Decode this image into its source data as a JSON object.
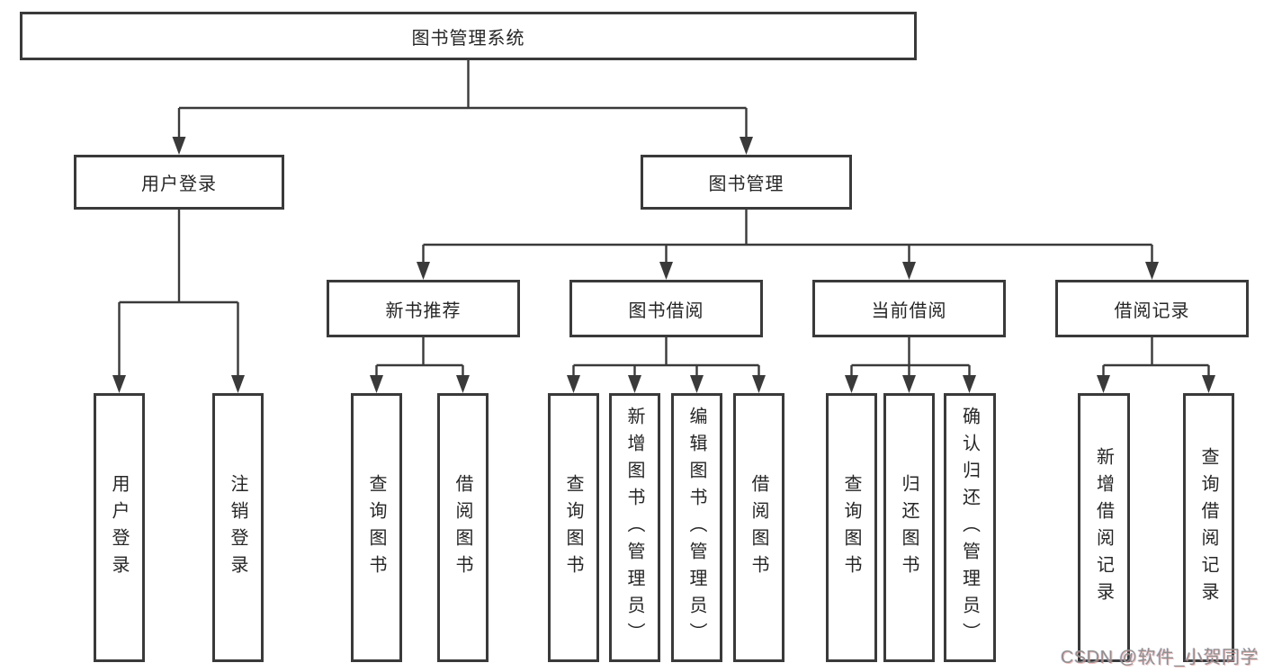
{
  "page": {
    "background": "#ffffff"
  },
  "colors": {
    "line": "#3a3a3a",
    "box_border": "#3a3a3a",
    "text": "#262626",
    "watermark": "#8f8f8f"
  },
  "tree": {
    "label": "图书管理系统",
    "children": [
      {
        "label": "用户登录",
        "children": [
          {
            "label": "用户登录"
          },
          {
            "label": "注销登录"
          }
        ]
      },
      {
        "label": "图书管理",
        "children": [
          {
            "label": "新书推荐",
            "children": [
              {
                "label": "查询图书"
              },
              {
                "label": "借阅图书"
              }
            ]
          },
          {
            "label": "图书借阅",
            "children": [
              {
                "label": "查询图书"
              },
              {
                "label": "新增图书（管理员）"
              },
              {
                "label": "编辑图书（管理员）"
              },
              {
                "label": "借阅图书"
              }
            ]
          },
          {
            "label": "当前借阅",
            "children": [
              {
                "label": "查询图书"
              },
              {
                "label": "归还图书"
              },
              {
                "label": "确认归还（管理员）"
              }
            ]
          },
          {
            "label": "借阅记录",
            "children": [
              {
                "label": "新增借阅记录"
              },
              {
                "label": "查询借阅记录"
              }
            ]
          }
        ]
      }
    ]
  },
  "watermark": {
    "text": "CSDN @软件_小贺同学"
  }
}
